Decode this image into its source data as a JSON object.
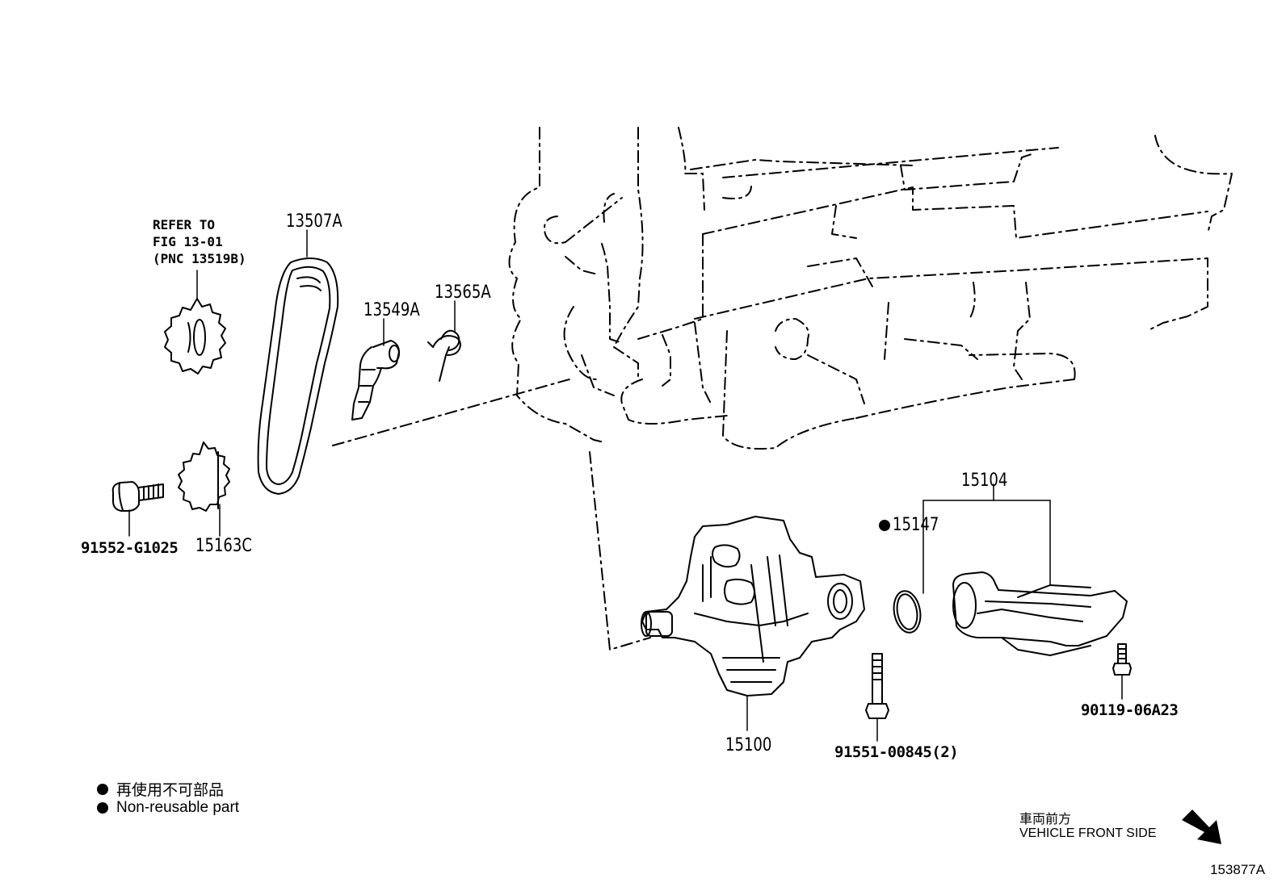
{
  "diagram": {
    "refer_note": {
      "line1": "REFER TO",
      "line2": "FIG 13-01",
      "line3": "(PNC 13519B)"
    },
    "parts": {
      "chain": "13507A",
      "tensioner_slipper": "13549A",
      "spring": "13565A",
      "bolt_left": "91552-G1025",
      "sprocket_lower": "15163C",
      "oil_pump_cover_set": "15104",
      "o_ring": "15147",
      "oil_pump": "15100",
      "bolt_pump": "91551-00845(2)",
      "bolt_strainer": "90119-06A23"
    },
    "legend": {
      "jp": "再使用不可部品",
      "en": "Non-reusable part"
    },
    "vehicle_front": {
      "jp": "車両前方",
      "en": "VEHICLE FRONT SIDE"
    },
    "figure_id": "153877A"
  }
}
